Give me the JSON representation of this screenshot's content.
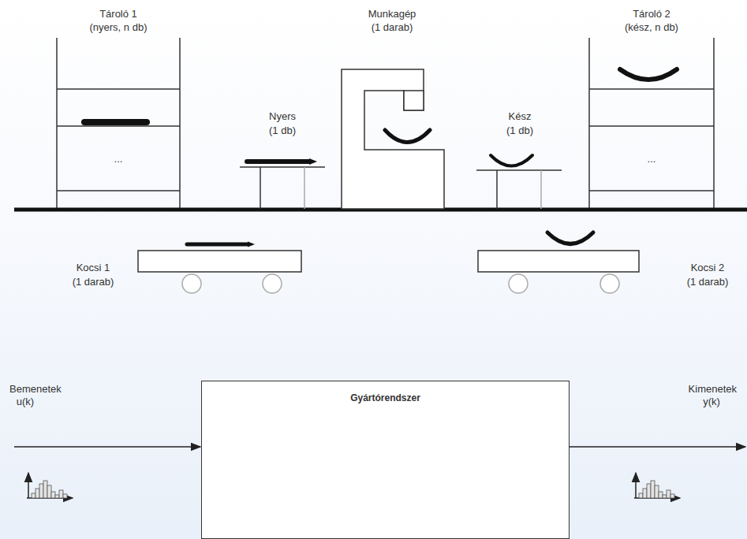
{
  "diagram": {
    "nodes": [
      {
        "text": [
          "Gyártórendszer"
        ]
      }
    ],
    "labels": [
      "Tároló 1",
      "(nyers, n db)",
      "Munkagép",
      "(1 darab)",
      "Tároló 2",
      "(kész, n db)",
      "...",
      "...",
      "Nyers",
      "(1 db)",
      "Kész",
      "(1 db)",
      "Kocsi 1",
      "(1 darab)",
      "Kocsi 2",
      "(1 darab)",
      "Bemenetek",
      "u(k)",
      "Kimenetek",
      "y(k)"
    ]
  }
}
